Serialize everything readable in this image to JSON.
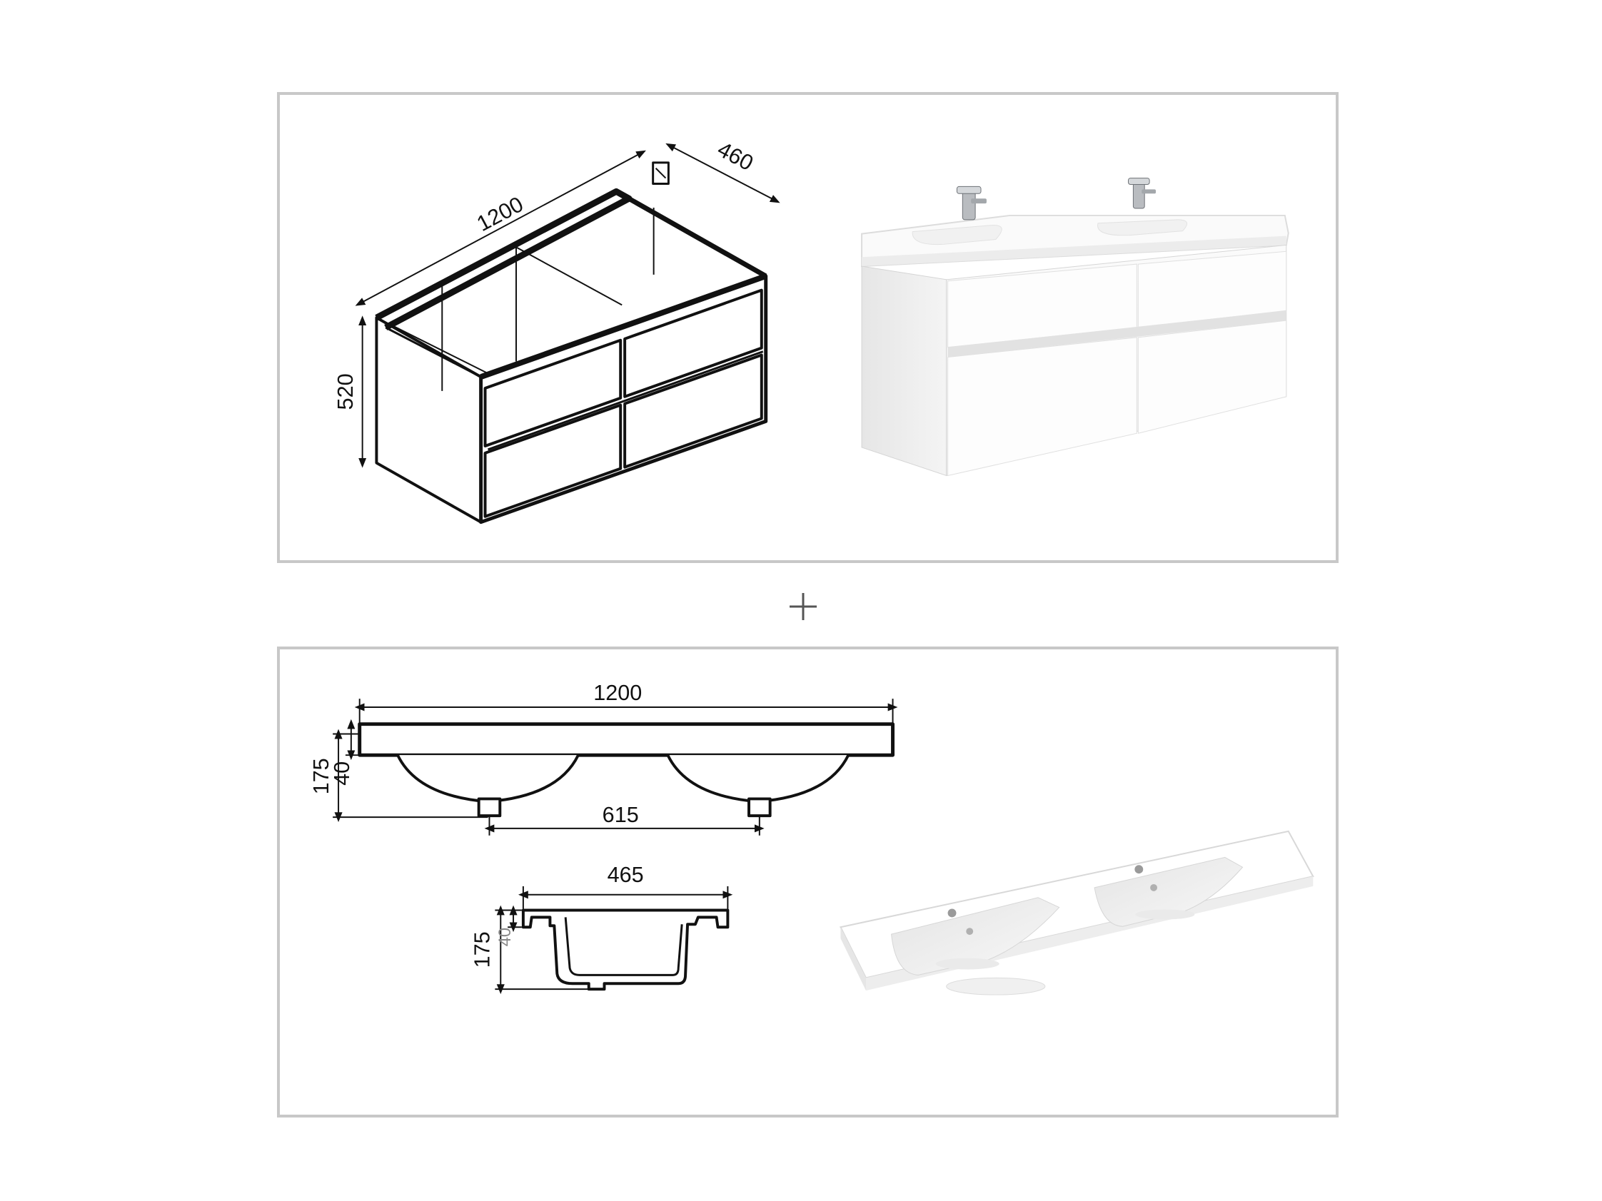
{
  "cabinet_panel": {
    "drawing": {
      "width_label": "1200",
      "depth_label": "460",
      "height_label": "520"
    },
    "photo": "rendered white double-drawer vanity cabinet with double basin and two chrome mixer taps"
  },
  "separator": {
    "symbol": "+"
  },
  "basin_panel": {
    "front_drawing": {
      "width_label": "1200",
      "total_height_label": "175",
      "top_thickness_label": "40",
      "drain_spacing_label": "615"
    },
    "side_drawing": {
      "depth_label": "465",
      "total_height_label": "175",
      "top_thickness_label": "40"
    },
    "photo": "rendered white ceramic double washbasin"
  },
  "colors": {
    "panel_border": "#c8c8c8",
    "line": "#111111",
    "ceramic": "#ffffff"
  }
}
